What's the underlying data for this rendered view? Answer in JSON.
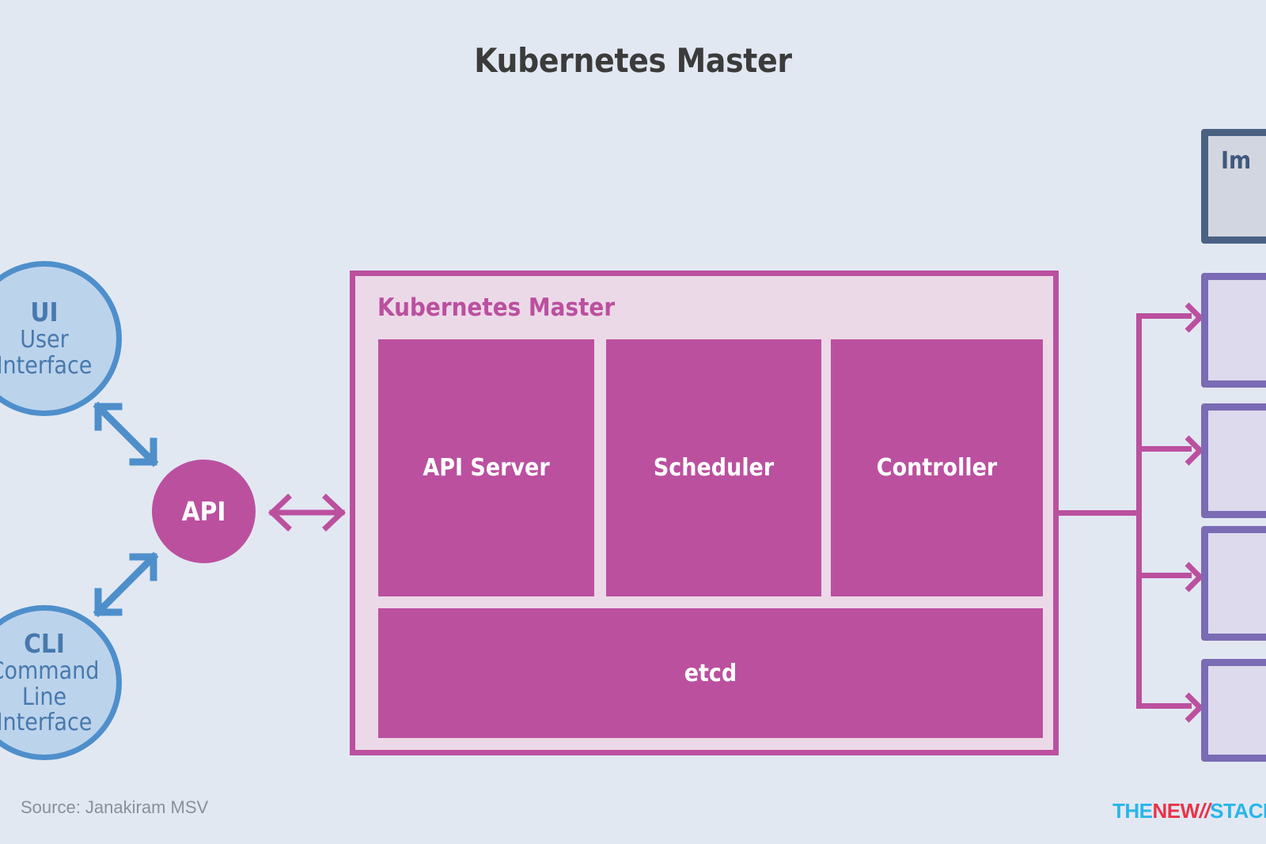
{
  "title": "Kubernetes Master",
  "colors": {
    "background": "#e2e8f2",
    "magenta": "#bb509f",
    "magenta_pale": "#ecd9e8",
    "blue": "#4e8fcb",
    "blue_fill": "#bcd3ec",
    "blue_text": "#4779ad",
    "purple": "#7b6bb4",
    "purple_fill": "#dcdaec",
    "slate": "#4a6182",
    "slate_fill": "#d2d6e0",
    "title_text": "#3b3b3b",
    "source_text": "#8a8f99"
  },
  "clients": [
    {
      "abbr": "UI",
      "expand": "User\nInterface"
    },
    {
      "abbr": "CLI",
      "expand": "Command\nLine\nInterface"
    }
  ],
  "api_node": {
    "label": "API"
  },
  "master": {
    "label": "Kubernetes Master",
    "components": [
      {
        "label": "API Server"
      },
      {
        "label": "Scheduler"
      },
      {
        "label": "Controller"
      },
      {
        "label": "etcd"
      }
    ]
  },
  "right_column": {
    "registry": {
      "label": "Im"
    },
    "nodes": [
      {
        "label": ""
      },
      {
        "label": ""
      },
      {
        "label": ""
      },
      {
        "label": ""
      }
    ]
  },
  "footer": {
    "source": "Source: Janakiram MSV",
    "logo": {
      "part1": "THE",
      "part2": "NEW",
      "slash": "//",
      "part3": "STACK"
    }
  }
}
